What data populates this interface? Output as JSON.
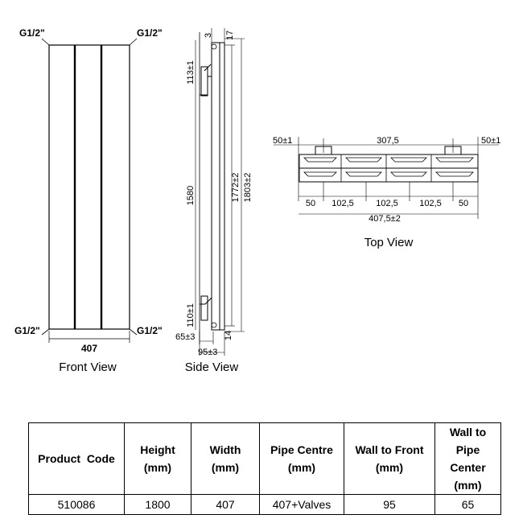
{
  "front_view": {
    "caption": "Front View",
    "top_left_connection": "G1/2\"",
    "top_right_connection": "G1/2\"",
    "bottom_left_connection": "G1/2\"",
    "bottom_right_connection": "G1/2\"",
    "width": "407"
  },
  "side_view": {
    "caption": "Side View",
    "top_offset": "3",
    "top_depth": "17",
    "top_pipe": "113±1",
    "height_centres": "1580",
    "height_body": "1772±2",
    "height_total": "1803±2",
    "bottom_pipe": "110±1",
    "bottom_depth": "14",
    "wall_to_pipe": "65±3",
    "wall_to_front": "95±3"
  },
  "top_view": {
    "caption": "Top View",
    "left_offset": "50±1",
    "right_offset": "50±1",
    "span": "307,5",
    "seg_left": "50",
    "seg_1": "102,5",
    "seg_2": "102,5",
    "seg_3": "102,5",
    "seg_right": "50",
    "overall": "407,5±2"
  },
  "spec_table": {
    "headers": [
      "Product  Code",
      "Height\n(mm)",
      "Width\n(mm)",
      "Pipe Centre\n(mm)",
      "Wall to Front\n(mm)",
      "Wall to Pipe\nCenter\n(mm)"
    ],
    "row": [
      "510086",
      "1800",
      "407",
      "407+Valves",
      "95",
      "65"
    ]
  }
}
